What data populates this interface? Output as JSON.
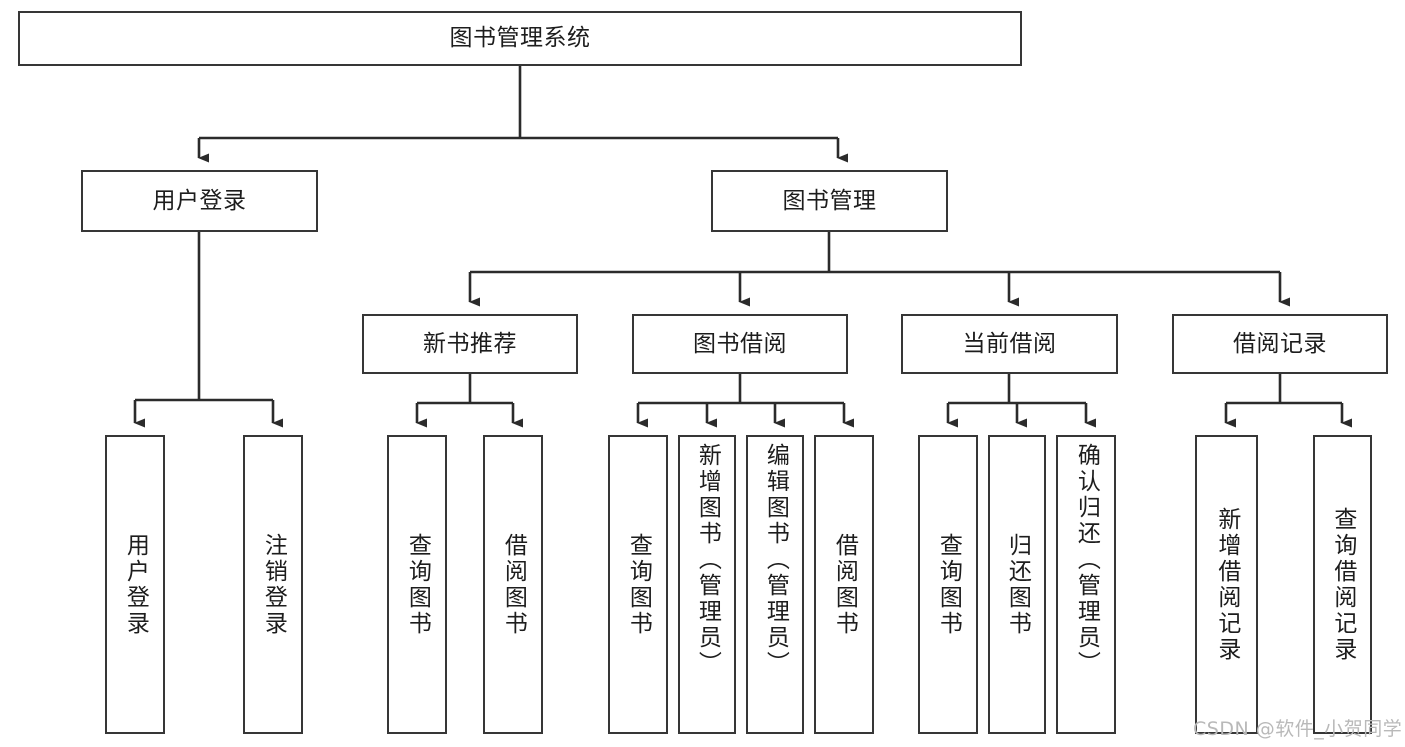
{
  "diagram": {
    "type": "hierarchy-tree",
    "title": "图书管理系统",
    "watermark": "CSDN @软件_小贺同学",
    "colors": {
      "box_border": "#363636",
      "box_fill": "#ffffff",
      "connector": "#2b2b2b",
      "text": "#1d1d1d",
      "watermark": "#b9b9b9",
      "background": "#ffffff"
    },
    "levels": {
      "root": {
        "label": "图书管理系统"
      },
      "level2": [
        {
          "label": "用户登录"
        },
        {
          "label": "图书管理"
        }
      ],
      "level3": [
        {
          "label": "新书推荐"
        },
        {
          "label": "图书借阅"
        },
        {
          "label": "当前借阅"
        },
        {
          "label": "借阅记录"
        }
      ],
      "leaves": {
        "user_login": [
          {
            "label": "用户登录"
          },
          {
            "label": "注销登录"
          }
        ],
        "new_book_recommend": [
          {
            "label": "查询图书"
          },
          {
            "label": "借阅图书"
          }
        ],
        "book_borrow": [
          {
            "label": "查询图书"
          },
          {
            "label": "新增图书（管理员）"
          },
          {
            "label": "编辑图书（管理员）"
          },
          {
            "label": "借阅图书"
          }
        ],
        "current_borrow": [
          {
            "label": "查询图书"
          },
          {
            "label": "归还图书"
          },
          {
            "label": "确认归还（管理员）"
          }
        ],
        "borrow_record": [
          {
            "label": "新增借阅记录"
          },
          {
            "label": "查询借阅记录"
          }
        ]
      }
    }
  }
}
